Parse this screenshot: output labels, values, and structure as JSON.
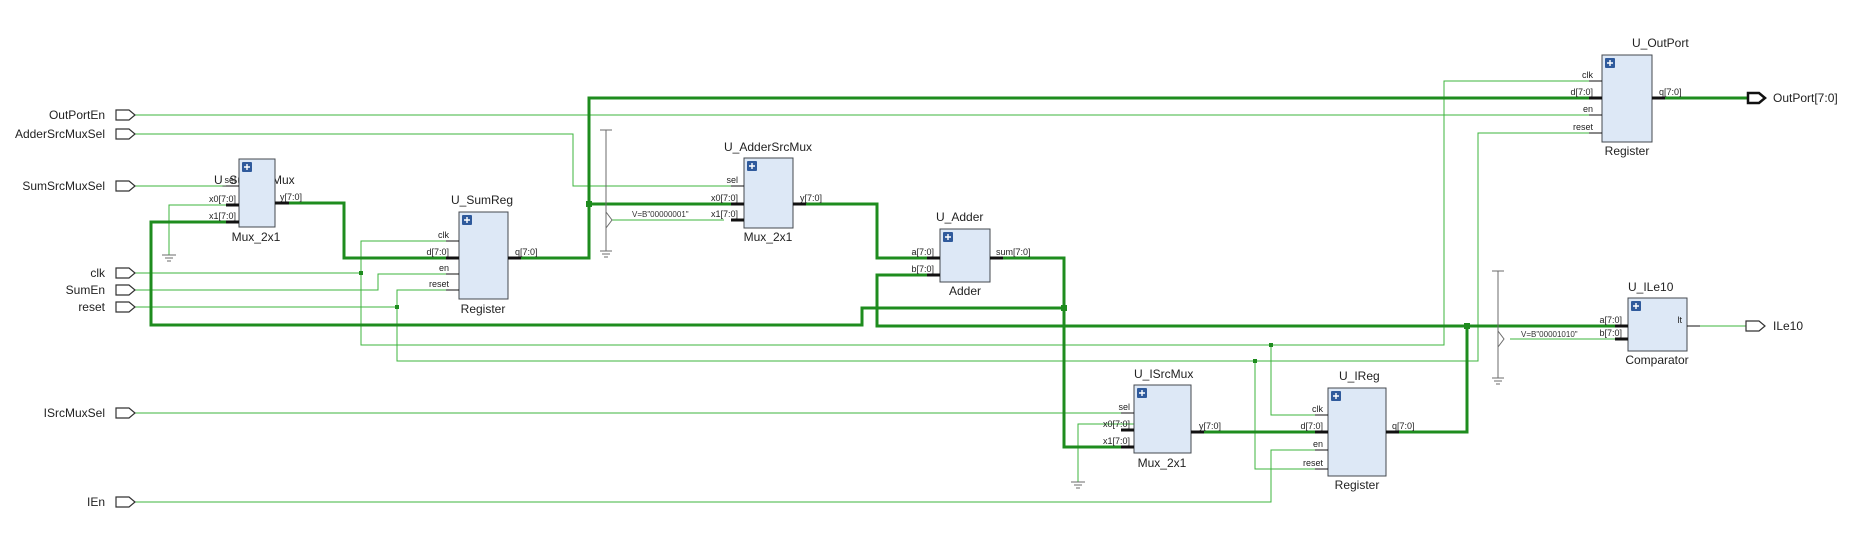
{
  "inputs": {
    "outportEn": "OutPortEn",
    "adderSrcMuxSel": "AdderSrcMuxSel",
    "sumSrcMuxSel": "SumSrcMuxSel",
    "clk": "clk",
    "sumEn": "SumEn",
    "reset": "reset",
    "iSrcMuxSel": "ISrcMuxSel",
    "iEn": "IEn"
  },
  "outputs": {
    "outPort": "OutPort[7:0]",
    "iLe10": "ILe10"
  },
  "blocks": {
    "sumSrcMux": {
      "instance": "U_SumSrcMux",
      "type": "Mux_2x1",
      "sel": "sel",
      "x0": "x0[7:0]",
      "x1": "x1[7:0]",
      "y": "y[7:0]"
    },
    "sumReg": {
      "instance": "U_SumReg",
      "type": "Register",
      "clk": "clk",
      "d": "d[7:0]",
      "en": "en",
      "reset": "reset",
      "q": "q[7:0]"
    },
    "adderSrcMux": {
      "instance": "U_AdderSrcMux",
      "type": "Mux_2x1",
      "sel": "sel",
      "x0": "x0[7:0]",
      "x1": "x1[7:0]",
      "y": "y[7:0]"
    },
    "adder": {
      "instance": "U_Adder",
      "type": "Adder",
      "a": "a[7:0]",
      "b": "b[7:0]",
      "sum": "sum[7:0]"
    },
    "outPortReg": {
      "instance": "U_OutPort",
      "type": "Register",
      "clk": "clk",
      "d": "d[7:0]",
      "en": "en",
      "reset": "reset",
      "q": "q[7:0]"
    },
    "iLe10": {
      "instance": "U_ILe10",
      "type": "Comparator",
      "a": "a[7:0]",
      "b": "b[7:0]",
      "lt": "lt"
    },
    "iSrcMux": {
      "instance": "U_ISrcMux",
      "type": "Mux_2x1",
      "sel": "sel",
      "x0": "x0[7:0]",
      "x1": "x1[7:0]",
      "y": "y[7:0]"
    },
    "iReg": {
      "instance": "U_IReg",
      "type": "Register",
      "clk": "clk",
      "d": "d[7:0]",
      "en": "en",
      "reset": "reset",
      "q": "q[7:0]"
    }
  },
  "constants": {
    "adderOne": "V=B\"00000001\"",
    "cmpTen": "V=B\"00001010\""
  },
  "colors": {
    "wire": "#3cb43c",
    "bus": "#1e8c1e",
    "block_fill": "#dde8f6",
    "expand_icon": "#2f5a9c"
  }
}
